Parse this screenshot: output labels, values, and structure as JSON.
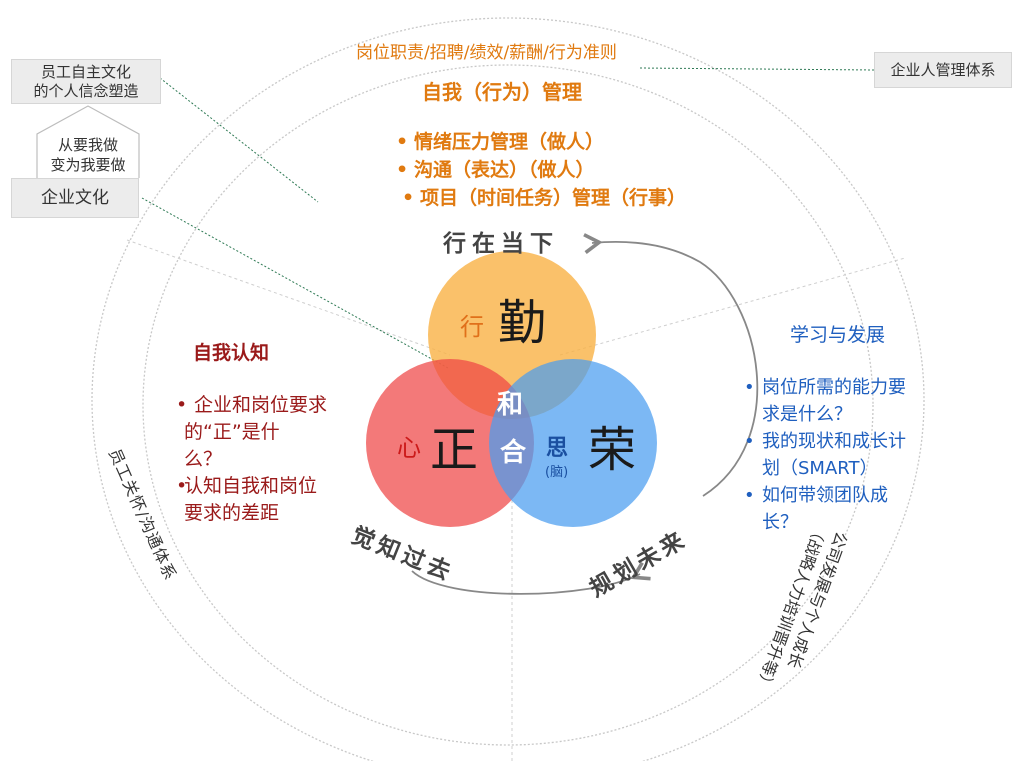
{
  "top_label": "岗位职责/招聘/绩效/薪酬/行为准则",
  "mgmt_box": "企业人管理体系",
  "left_boxes": {
    "personal_belief": [
      "员工自主文化",
      "的个人信念塑造"
    ],
    "shift": [
      "从要我做",
      "变为我要做"
    ],
    "culture": "企业文化"
  },
  "self_mgmt": {
    "title": "自我（行为）管理",
    "items": [
      "情绪压力管理（做人）",
      "沟通（表达）（做人）",
      "项目（时间任务）管理（行事）"
    ]
  },
  "self_cognition": {
    "title": "自我认知",
    "items": [
      [
        "企业和岗位要求",
        "的“正”是什",
        "么？"
      ],
      [
        "认知自我和岗位",
        "要求的差距"
      ]
    ]
  },
  "learning": {
    "title": "学习与发展",
    "items": [
      [
        "岗位所需的能力要",
        "求是什么？"
      ],
      [
        "我的现状和成长计",
        "划（SMART）"
      ],
      [
        "如何带领团队成",
        "长？"
      ]
    ]
  },
  "circles": {
    "top_small": "行",
    "top_big": "勤",
    "left_small": "心",
    "left_big": "正",
    "right_small": "思",
    "right_sub": "(脑)",
    "right_big": "荣",
    "center_top": "和",
    "center_bottom": "合",
    "colors": {
      "top": "#f9b040",
      "left": "#ef4545",
      "right": "#4a9cf0"
    }
  },
  "time_labels": {
    "present": "行在当下",
    "past": "觉知过去",
    "future": "规划未来"
  },
  "ring_labels": {
    "left": "员工关怀/沟通体系",
    "right": [
      "公司发展与个人成长",
      "（战略人力培训晋升等）"
    ]
  }
}
